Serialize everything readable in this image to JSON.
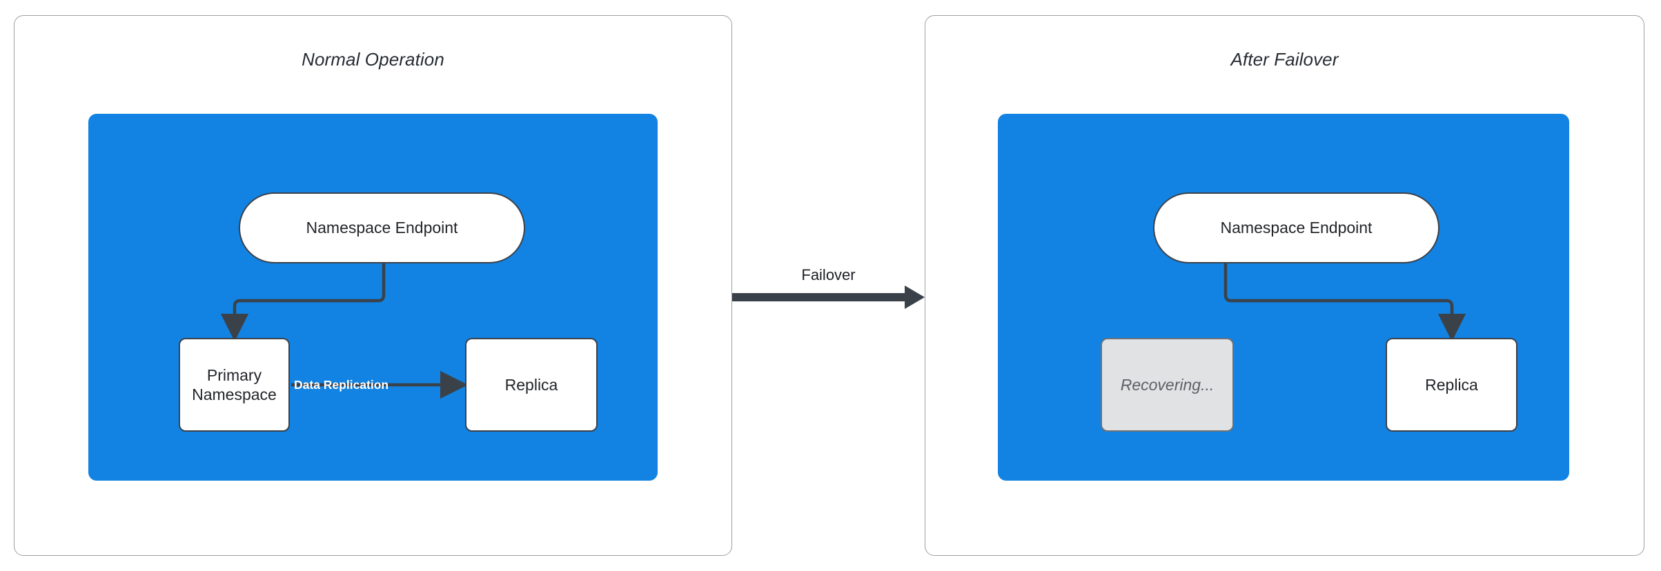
{
  "diagram": {
    "title_left": "Normal Operation",
    "title_right": "After Failover",
    "transition_label": "Failover",
    "colors": {
      "region_blue": "#1283e2",
      "panel_border": "#9aa0a6",
      "node_border": "#3b4149",
      "node_fill": "#ffffff",
      "recovering_fill": "#e0e2e3",
      "connector": "#3b4149",
      "edge_label": "#ffffff"
    }
  },
  "left_panel": {
    "title": "Normal Operation",
    "nodes": {
      "namespace_endpoint": "Namespace Endpoint",
      "primary_namespace": "Primary\nNamespace",
      "replica": "Replica"
    },
    "edges": {
      "endpoint_to_primary": "",
      "replication": "Data Replication"
    }
  },
  "right_panel": {
    "title": "After Failover",
    "nodes": {
      "namespace_endpoint": "Namespace Endpoint",
      "recovering": "Recovering...",
      "replica": "Replica"
    },
    "edges": {
      "endpoint_to_replica": ""
    }
  },
  "transition": {
    "label": "Failover"
  }
}
